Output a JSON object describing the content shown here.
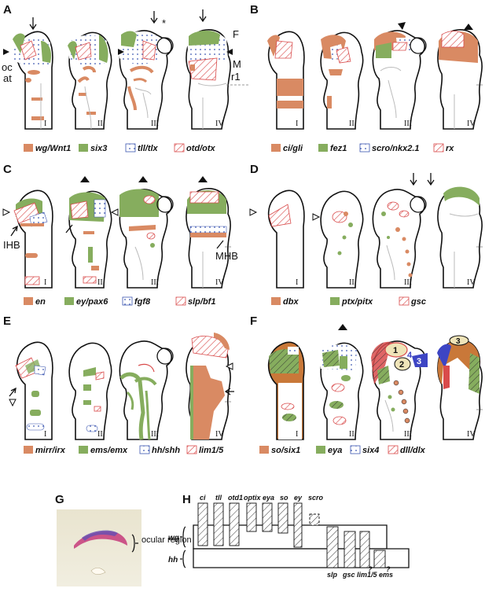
{
  "panels": {
    "A": {
      "letter": "A",
      "stages": [
        "I",
        "II",
        "III",
        "IV"
      ],
      "annotations": {
        "oc": "oc",
        "at": "at",
        "F": "F",
        "M": "M",
        "r1": "r1",
        "star": "*"
      },
      "legend": [
        {
          "label": "wg/Wnt1",
          "kind": "solid",
          "color": "#d98a63"
        },
        {
          "label": "six3",
          "kind": "solid",
          "color": "#86ad5e"
        },
        {
          "label": "tll/tlx",
          "kind": "dots",
          "color": "#3a55b0"
        },
        {
          "label": "otd/otx",
          "kind": "hatch",
          "color": "#d94b4b"
        }
      ]
    },
    "B": {
      "letter": "B",
      "stages": [
        "I",
        "II",
        "III",
        "IV"
      ],
      "legend": [
        {
          "label": "ci/gli",
          "kind": "solid",
          "color": "#d98a63"
        },
        {
          "label": "fez1",
          "kind": "solid",
          "color": "#86ad5e"
        },
        {
          "label": "scro/nkx2.1",
          "kind": "dots",
          "color": "#3a55b0"
        },
        {
          "label": "rx",
          "kind": "hatch",
          "color": "#d94b4b"
        }
      ]
    },
    "C": {
      "letter": "C",
      "stages": [
        "I",
        "II",
        "III",
        "IV"
      ],
      "annotations": {
        "IHB": "IHB",
        "MHB": "MHB"
      },
      "legend": [
        {
          "label": "en",
          "kind": "solid",
          "color": "#d98a63"
        },
        {
          "label": "ey/pax6",
          "kind": "solid",
          "color": "#86ad5e"
        },
        {
          "label": "fgf8",
          "kind": "dots",
          "color": "#3a55b0"
        },
        {
          "label": "slp/bf1",
          "kind": "hatch",
          "color": "#d94b4b"
        }
      ]
    },
    "D": {
      "letter": "D",
      "stages": [
        "I",
        "II",
        "III",
        "IV"
      ],
      "legend": [
        {
          "label": "dbx",
          "kind": "solid",
          "color": "#d98a63"
        },
        {
          "label": "ptx/pitx",
          "kind": "solid",
          "color": "#86ad5e"
        },
        {
          "label": "gsc",
          "kind": "hatch",
          "color": "#d94b4b"
        }
      ]
    },
    "E": {
      "letter": "E",
      "stages": [
        "I",
        "II",
        "III",
        "IV"
      ],
      "legend": [
        {
          "label": "mirr/irx",
          "kind": "solid",
          "color": "#d98a63"
        },
        {
          "label": "ems/emx",
          "kind": "solid",
          "color": "#86ad5e"
        },
        {
          "label": "hh/shh",
          "kind": "dots",
          "color": "#3a55b0"
        },
        {
          "label": "lim1/5",
          "kind": "hatch",
          "color": "#d94b4b"
        }
      ]
    },
    "F": {
      "letter": "F",
      "stages": [
        "I",
        "II",
        "III",
        "IV"
      ],
      "numbers": [
        "1",
        "2",
        "3",
        "4",
        "3"
      ],
      "legend": [
        {
          "label": "so/six1",
          "kind": "solid",
          "color": "#d98a63"
        },
        {
          "label": "eya",
          "kind": "solid",
          "color": "#86ad5e"
        },
        {
          "label": "six4",
          "kind": "dots",
          "color": "#3a55b0"
        },
        {
          "label": "dll/dlx",
          "kind": "hatch",
          "color": "#d94b4b"
        }
      ]
    },
    "G": {
      "letter": "G",
      "label": "ocular region"
    },
    "H": {
      "letter": "H",
      "rows": [
        "wg",
        "hh"
      ],
      "top_genes": [
        "ci",
        "tll",
        "otd1",
        "optix",
        "eya",
        "so",
        "ey",
        "scro"
      ],
      "bottom_genes": [
        "slp",
        "gsc",
        "lim1/5",
        "ems"
      ],
      "question_marks": [
        "?",
        "?"
      ]
    }
  },
  "colors": {
    "salmon": "#d98a63",
    "green": "#86ad5e",
    "blue": "#3a55b0",
    "red": "#d94b4b",
    "beige": "#efe4b8",
    "navy": "#3d45c4"
  }
}
